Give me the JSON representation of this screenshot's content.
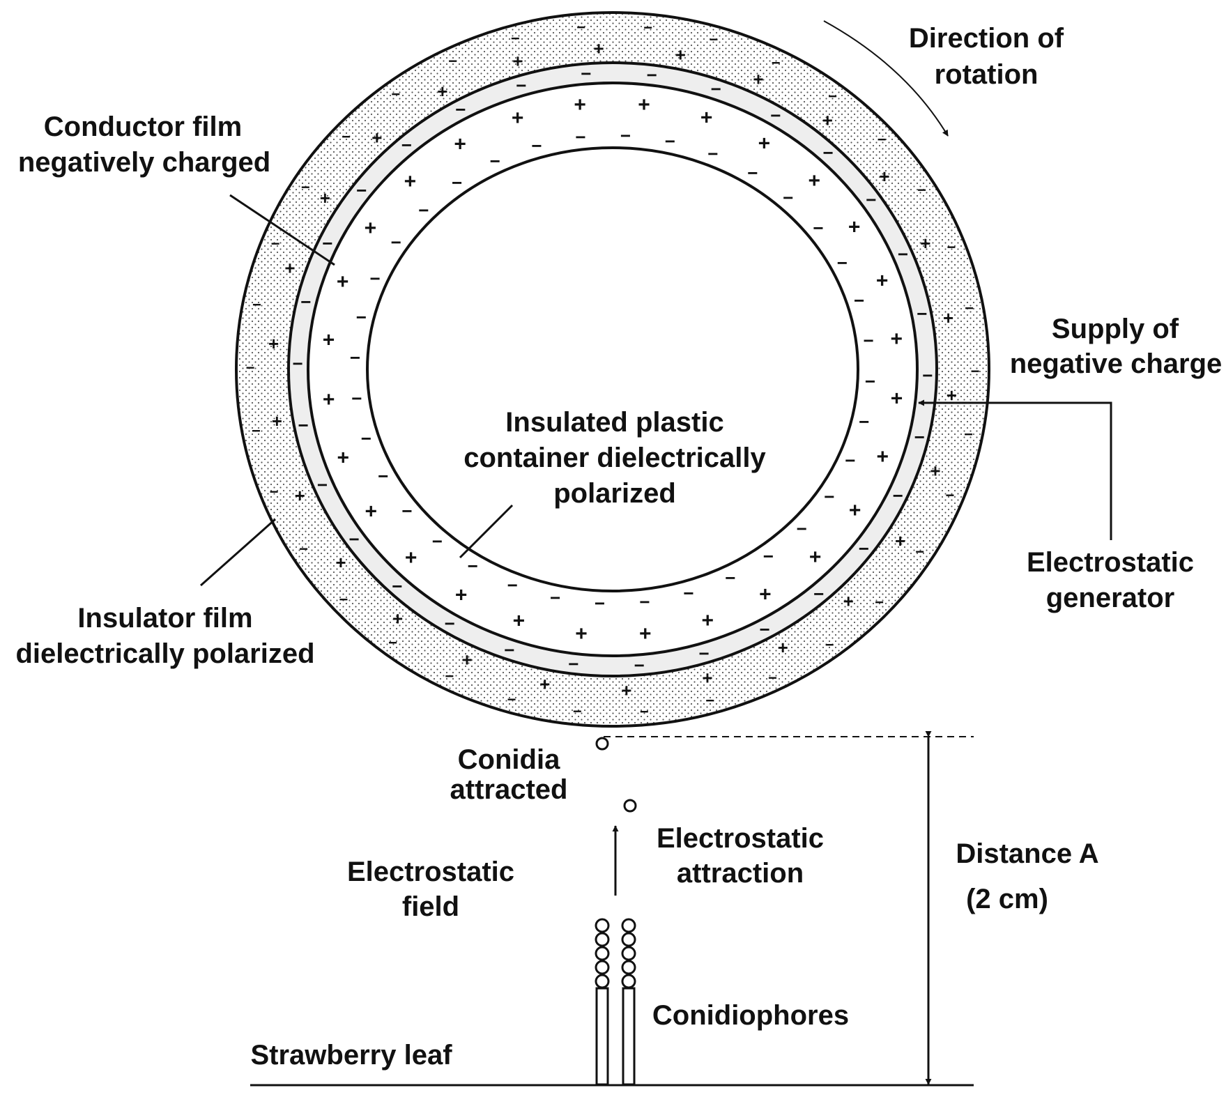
{
  "labels": {
    "rotation_line1": "Direction of",
    "rotation_line2": "rotation",
    "conductor_line1": "Conductor film",
    "conductor_line2": "negatively charged",
    "supply_line1": "Supply of",
    "supply_line2": "negative charge",
    "container_line1": "Insulated plastic",
    "container_line2": "container dielectrically",
    "container_line3": "polarized",
    "generator_line1": "Electrostatic",
    "generator_line2": "generator",
    "insulator_line1": "Insulator  film",
    "insulator_line2": "dielectrically polarized",
    "conidia_line1": "Conidia",
    "conidia_line2": "attracted",
    "attraction_line1": "Electrostatic",
    "attraction_line2": "attraction",
    "field_line1": "Electrostatic",
    "field_line2": "field",
    "distance_line1": "Distance A",
    "distance_line2": "(2 cm)",
    "conidiophores": "Conidiophores",
    "leaf": "Strawberry leaf"
  },
  "charges": {
    "positive": "+",
    "negative": "−"
  },
  "colors": {
    "ink": "#111111",
    "conductor_fill": "#eeeeee",
    "insulator_dots": "#555555",
    "background": "#ffffff"
  }
}
